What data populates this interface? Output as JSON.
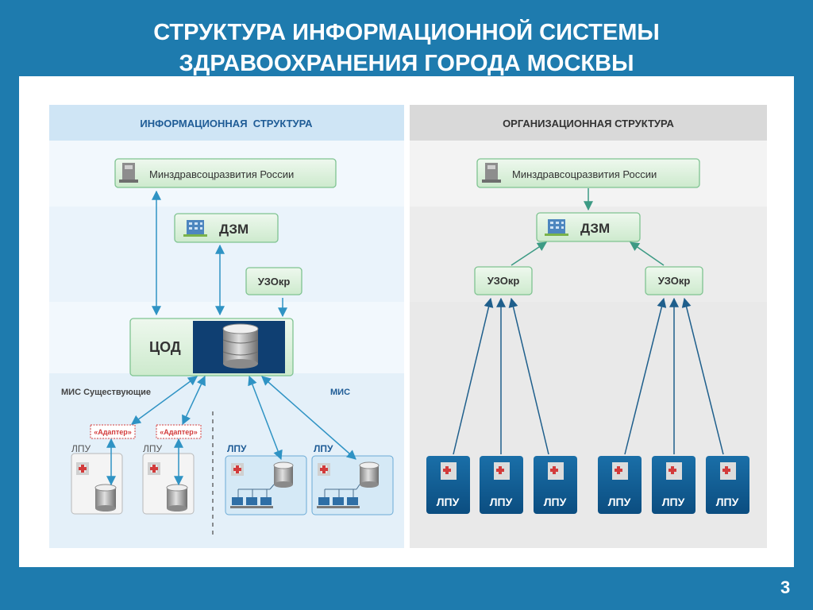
{
  "slide": {
    "title_line1": "СТРУКТУРА ИНФОРМАЦИОННОЙ СИСТЕМЫ",
    "title_line2": "ЗДРАВООХРАНЕНИЯ ГОРОДА МОСКВЫ",
    "page_number": "3"
  },
  "left": {
    "header": "ИНФОРМАЦИОННАЯ  СТРУКТУРА",
    "ministry": "Минздравсоцразвития России",
    "dzm": "ДЗМ",
    "uzokr": "УЗОкр",
    "cod": "ЦОД",
    "mis_existing": "МИС Существующие",
    "mis": "МИС",
    "adapter": "«Адаптер»",
    "lpu": "ЛПУ"
  },
  "right": {
    "header": "ОРГАНИЗАЦИОННАЯ СТРУКТУРА",
    "ministry": "Минздравсоцразвития России",
    "dzm": "ДЗМ",
    "uzokr_left": "УЗОкр",
    "uzokr_right": "УЗОкр",
    "lpu": "ЛПУ"
  },
  "colors": {
    "slide_bg": "#1e7bae",
    "node_fill": "#d8efd8",
    "node_stroke": "#7fc391",
    "arrow_left": "#2f93c4",
    "arrow_right": "#1f5f8c",
    "lpu_tile": "#0d5a8f",
    "cod_inner": "#0f3f72",
    "adapter_red": "#d23b3b"
  }
}
